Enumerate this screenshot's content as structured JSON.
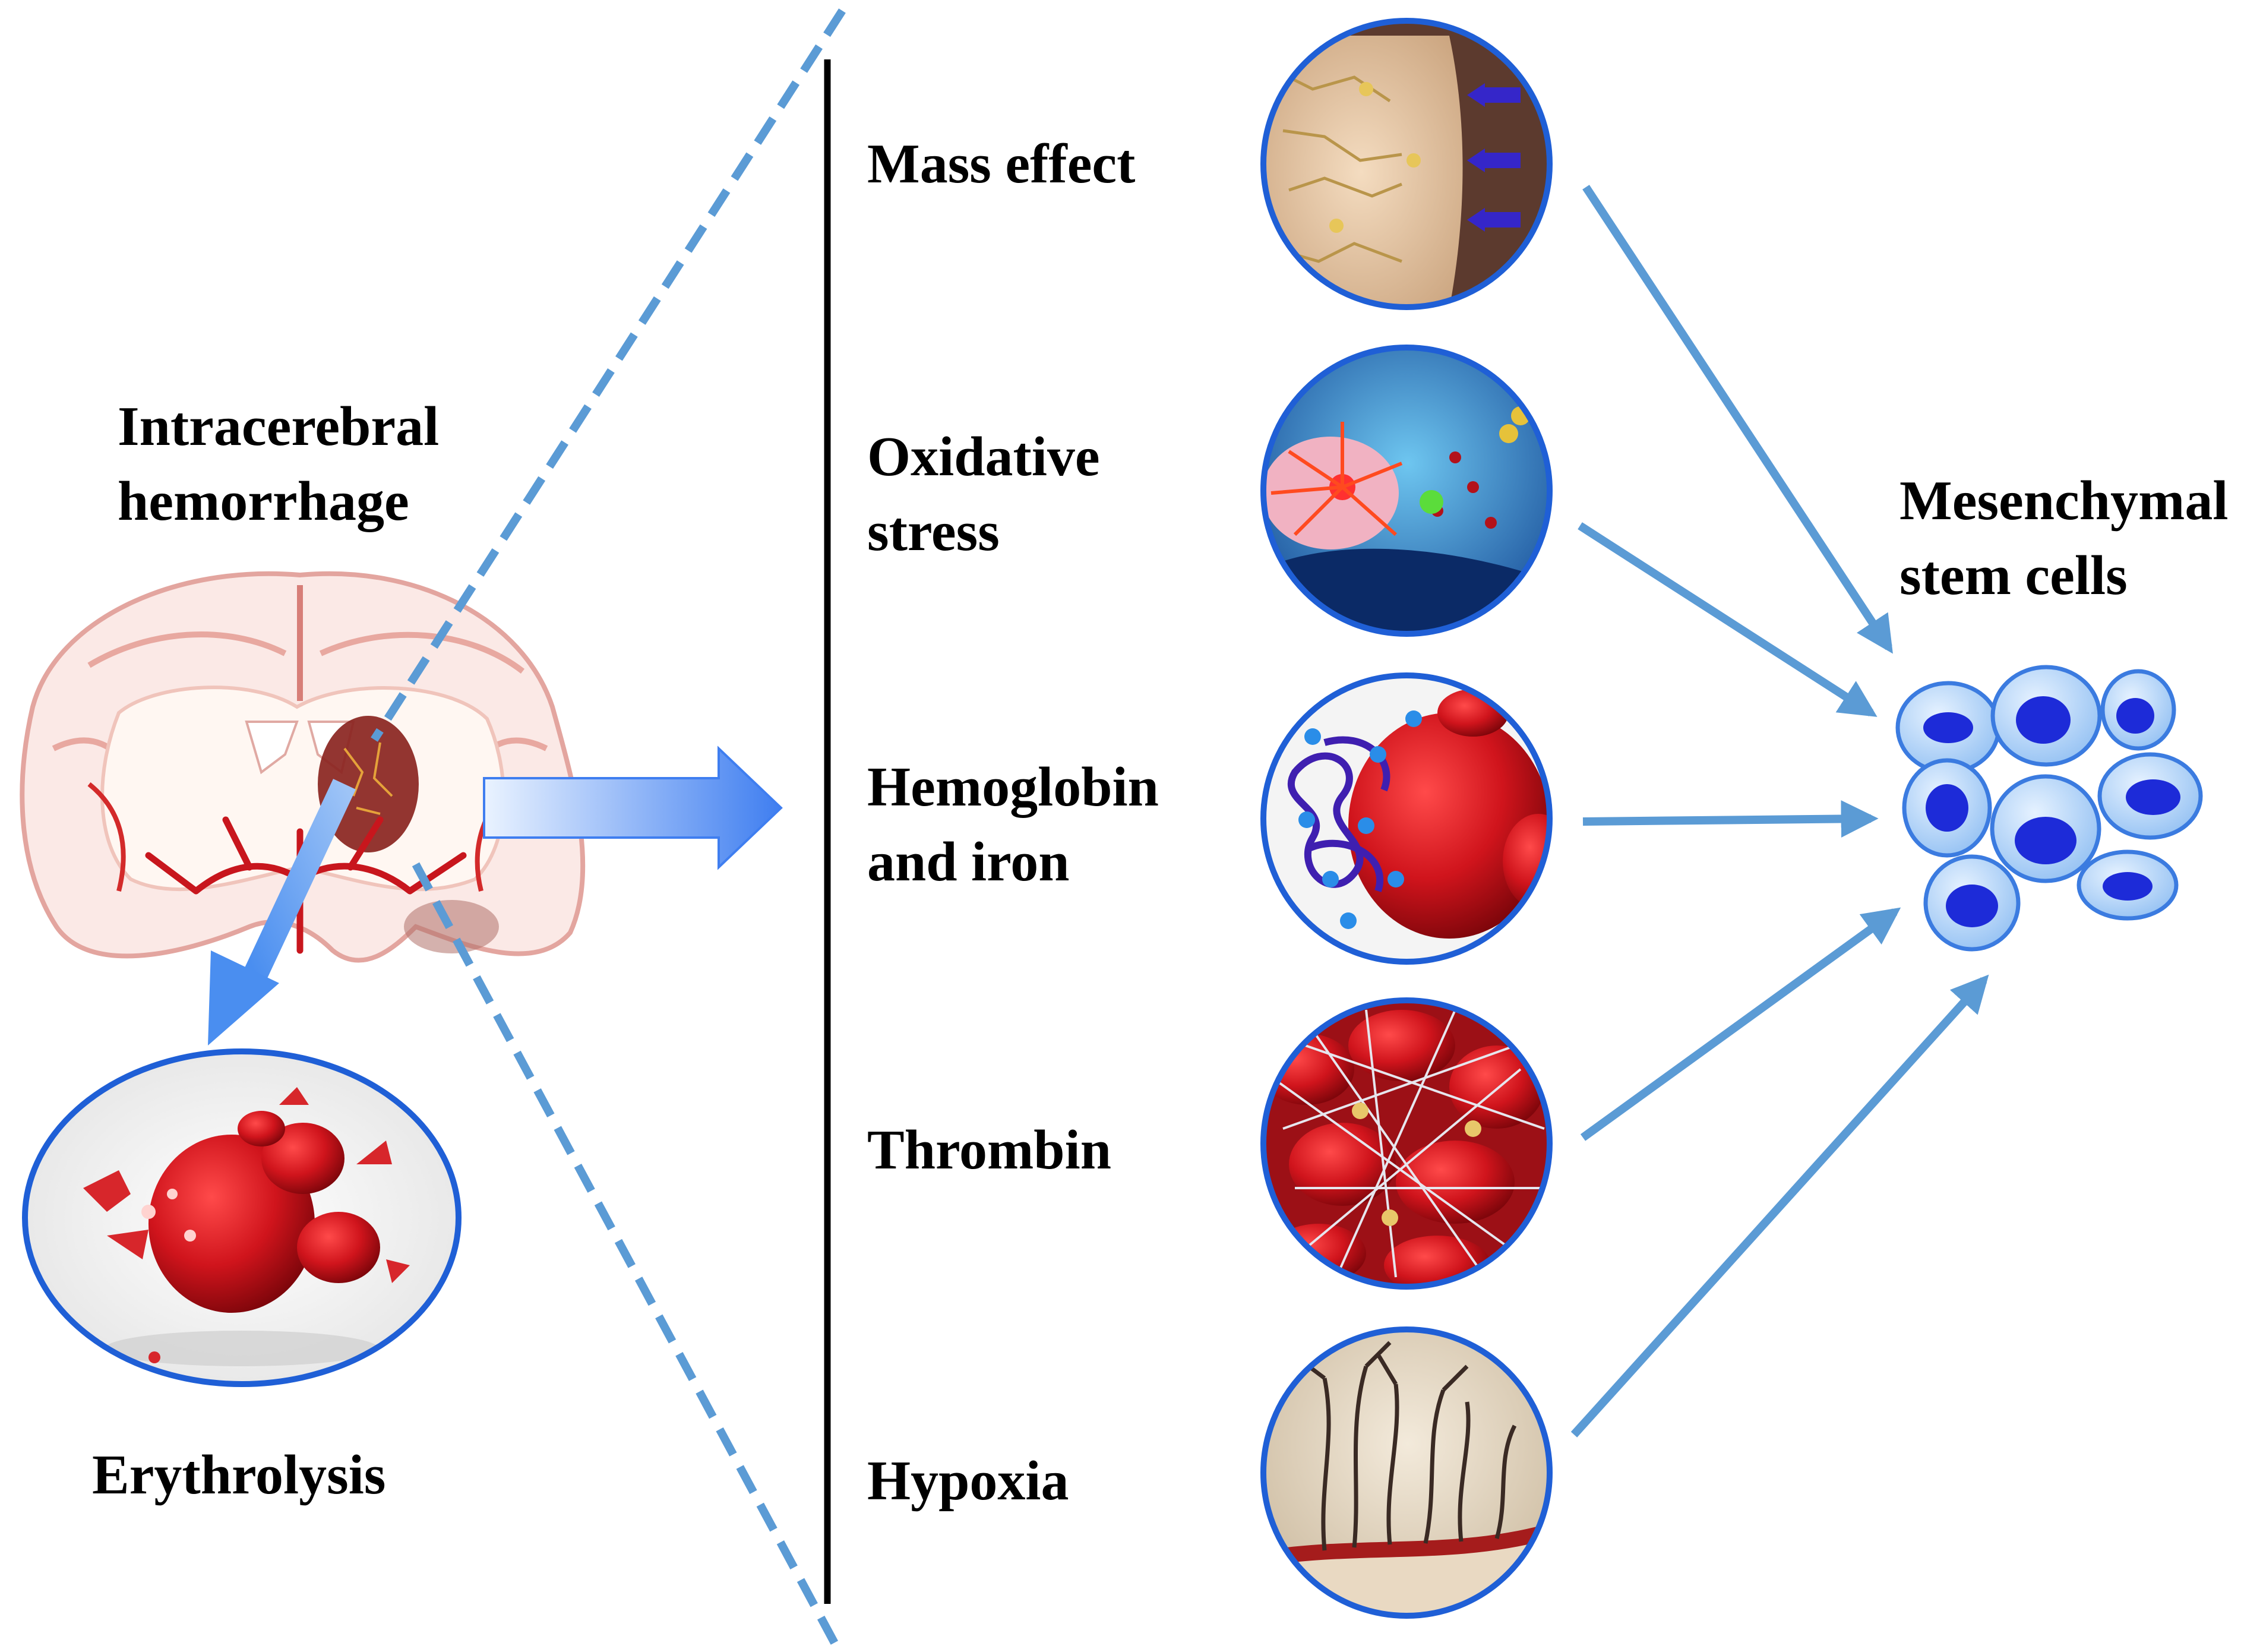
{
  "labels": {
    "ich": [
      "Intracerebral",
      "hemorrhage"
    ],
    "erythrolysis": "Erythrolysis",
    "mass_effect": "Mass effect",
    "oxidative": [
      "Oxidative",
      "stress"
    ],
    "hemoglobin": [
      "Hemoglobin",
      "and iron"
    ],
    "thrombin": "Thrombin",
    "hypoxia": "Hypoxia",
    "msc": [
      "Mesenchymal",
      "stem cells"
    ]
  },
  "colors": {
    "arrow": "#5b9bd5",
    "circle_border": "#1f5fd6",
    "blood_red": "#c8161d",
    "cell_fill": "#b7d7fb",
    "cell_nucleus": "#1d2bd8",
    "text": "#000000"
  },
  "icons": {
    "brain": "brain-coronal-section-icon",
    "mass_effect": "tissue-compression-icon",
    "oxidative": "oxidative-burst-cell-icon",
    "hemoglobin": "hemoglobin-iron-icon",
    "thrombin": "fibrin-clot-icon",
    "hypoxia": "hypoxic-vessels-icon",
    "erythrolysis": "lysing-red-cells-icon",
    "msc": "stem-cell-cluster-icon"
  }
}
